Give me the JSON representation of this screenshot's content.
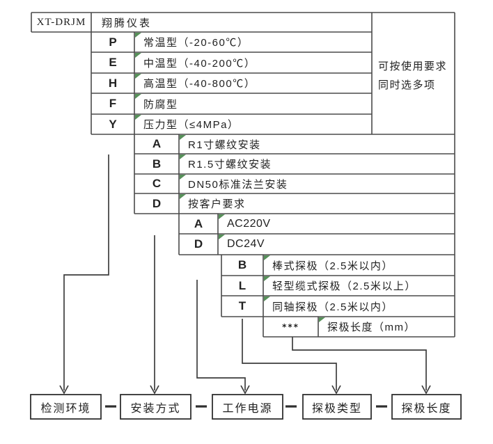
{
  "header": {
    "model_code": "XT-DRJM",
    "brand": "翔腾仪表"
  },
  "side_note": {
    "line1": "可按使用要求",
    "line2": "同时选多项"
  },
  "sections": {
    "environment": {
      "rows": [
        {
          "code": "P",
          "desc": "常温型（-20-60℃）"
        },
        {
          "code": "E",
          "desc": "中温型（-40-200℃）"
        },
        {
          "code": "H",
          "desc": "高温型（-40-800℃）"
        },
        {
          "code": "F",
          "desc": "防腐型"
        },
        {
          "code": "Y",
          "desc": "压力型（≤4MPa）"
        }
      ]
    },
    "mounting": {
      "rows": [
        {
          "code": "A",
          "desc": "R1寸螺纹安装"
        },
        {
          "code": "B",
          "desc": "R1.5寸螺纹安装"
        },
        {
          "code": "C",
          "desc": "DN50标准法兰安装"
        },
        {
          "code": "D",
          "desc": "按客户要求"
        }
      ]
    },
    "power": {
      "rows": [
        {
          "code": "A",
          "desc": "AC220V"
        },
        {
          "code": "D",
          "desc": "DC24V"
        }
      ]
    },
    "probe_type": {
      "rows": [
        {
          "code": "B",
          "desc": "棒式探极（2.5米以内）"
        },
        {
          "code": "L",
          "desc": "轻型缆式探极（2.5米以上）"
        },
        {
          "code": "T",
          "desc": "同轴探极（2.5米以内）"
        }
      ]
    },
    "probe_length": {
      "rows": [
        {
          "code": "***",
          "desc": "探极长度（mm）"
        }
      ]
    }
  },
  "bottom_labels": [
    "检测环境",
    "安装方式",
    "工作电源",
    "探极类型",
    "探极长度"
  ],
  "colors": {
    "grid_line": "#4a4a4a",
    "connector_line": "#3d3d3d",
    "text": "#1f1f1f",
    "corner_mark": "#3a7d3e",
    "background": "#ffffff"
  }
}
